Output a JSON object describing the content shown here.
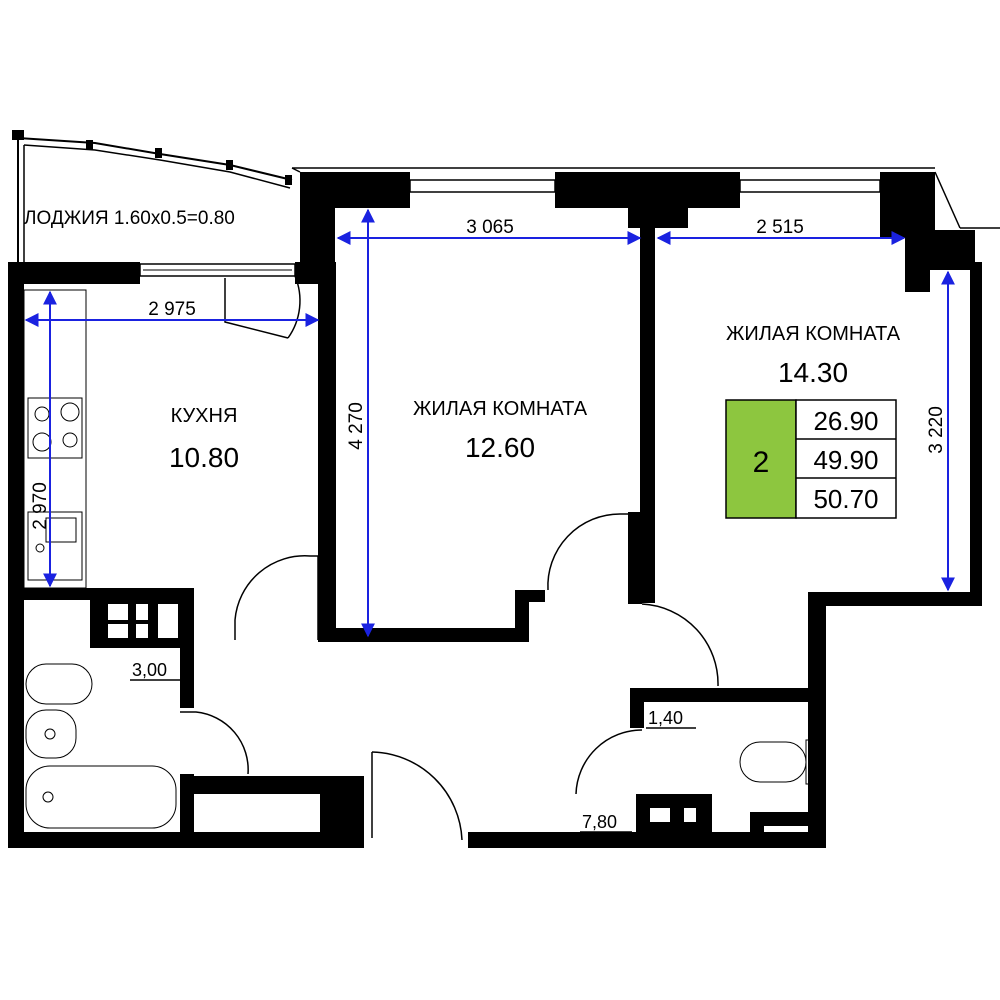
{
  "loggia": {
    "label": "ЛОДЖИЯ 1.60x0.5=0.80"
  },
  "rooms": {
    "kitchen": {
      "name": "КУХНЯ",
      "area": "10.80"
    },
    "living_1": {
      "name": "ЖИЛАЯ КОМНАТА",
      "area": "12.60"
    },
    "living_2": {
      "name": "ЖИЛАЯ КОМНАТА",
      "area": "14.30"
    },
    "bathroom": {
      "area": "3,00"
    },
    "wc": {
      "area": "1,40"
    },
    "hall": {
      "area": "7,80"
    }
  },
  "dimensions": {
    "living_1_width": "3 065",
    "living_2_width": "2 515",
    "kitchen_width": "2 975",
    "kitchen_depth": "2 970",
    "living_1_depth": "4 270",
    "living_2_depth": "3 220"
  },
  "summary": {
    "rooms_count": "2",
    "living_area": "26.90",
    "total_area": "49.90",
    "total_with_loggia": "50.70",
    "badge_color": "#8dc63f"
  },
  "colors": {
    "walls": "#000000",
    "dimension_lines": "#1a22e0"
  }
}
